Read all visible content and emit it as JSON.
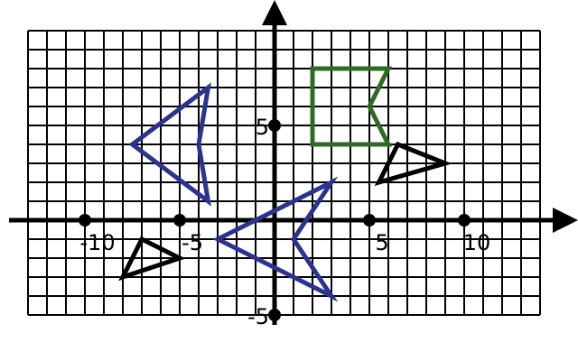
{
  "axes": {
    "x_range": [
      -13,
      14
    ],
    "y_range": [
      -5,
      10
    ],
    "grid_step": 1,
    "grid": true,
    "arrows": true
  },
  "ticks": {
    "x": [
      {
        "value": -10,
        "label": "-10"
      },
      {
        "value": -5,
        "label": "-5"
      },
      {
        "value": 5,
        "label": "5"
      },
      {
        "value": 10,
        "label": "10"
      }
    ],
    "y": [
      {
        "value": 5,
        "label": "5"
      },
      {
        "value": -5,
        "label": "-5"
      }
    ]
  },
  "shapes": [
    {
      "id": "blue-arrowhead-upper",
      "color": "#2b3390",
      "points": [
        [
          -3.5,
          7
        ],
        [
          -7.5,
          4
        ],
        [
          -3.5,
          1
        ],
        [
          -4,
          4
        ]
      ]
    },
    {
      "id": "blue-arrowhead-lower",
      "color": "#2b3390",
      "points": [
        [
          3,
          2
        ],
        [
          -3,
          -1
        ],
        [
          3,
          -4
        ],
        [
          1,
          -1
        ]
      ]
    },
    {
      "id": "green-flag",
      "color": "#2e6b23",
      "points": [
        [
          2,
          8
        ],
        [
          6,
          8
        ],
        [
          5,
          6
        ],
        [
          6,
          4
        ],
        [
          2,
          4
        ]
      ]
    },
    {
      "id": "black-triangle-right",
      "color": "#000000",
      "points": [
        [
          6.5,
          4
        ],
        [
          9,
          3
        ],
        [
          5.5,
          2
        ]
      ]
    },
    {
      "id": "black-triangle-left",
      "color": "#000000",
      "points": [
        [
          -7,
          -1
        ],
        [
          -5,
          -2
        ],
        [
          -8,
          -3
        ]
      ]
    }
  ]
}
